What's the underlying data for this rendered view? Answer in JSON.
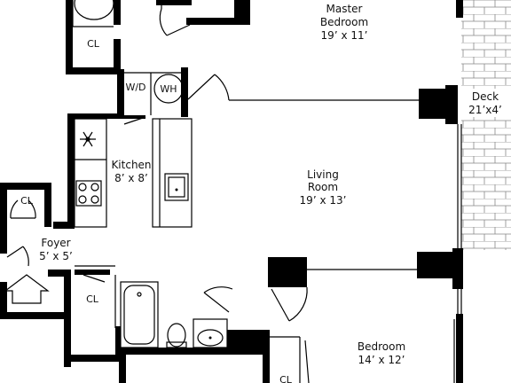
{
  "rooms": {
    "master_bedroom": {
      "name": "Master",
      "name2": "Bedroom",
      "size": "19’ x 11’"
    },
    "deck": {
      "name": "Deck",
      "size": "21’x4’"
    },
    "living_room": {
      "name": "Living",
      "name2": "Room",
      "size": "19’ x 13’"
    },
    "kitchen": {
      "name": "Kitchen",
      "size": "8’ x 8’"
    },
    "foyer": {
      "name": "Foyer",
      "size": "5’ x 5’"
    },
    "bedroom": {
      "name": "Bedroom",
      "size": "14’ x 12’"
    }
  },
  "labels": {
    "closet": "CL",
    "washer_dryer": "W/D",
    "water_heater": "WH"
  },
  "icons": {
    "entry": "entry-arrow-icon",
    "freezer": "snowflake-icon",
    "stove": "stove-icon",
    "sink": "sink-icon",
    "toilet": "toilet-icon",
    "bathtub": "bathtub-icon"
  }
}
